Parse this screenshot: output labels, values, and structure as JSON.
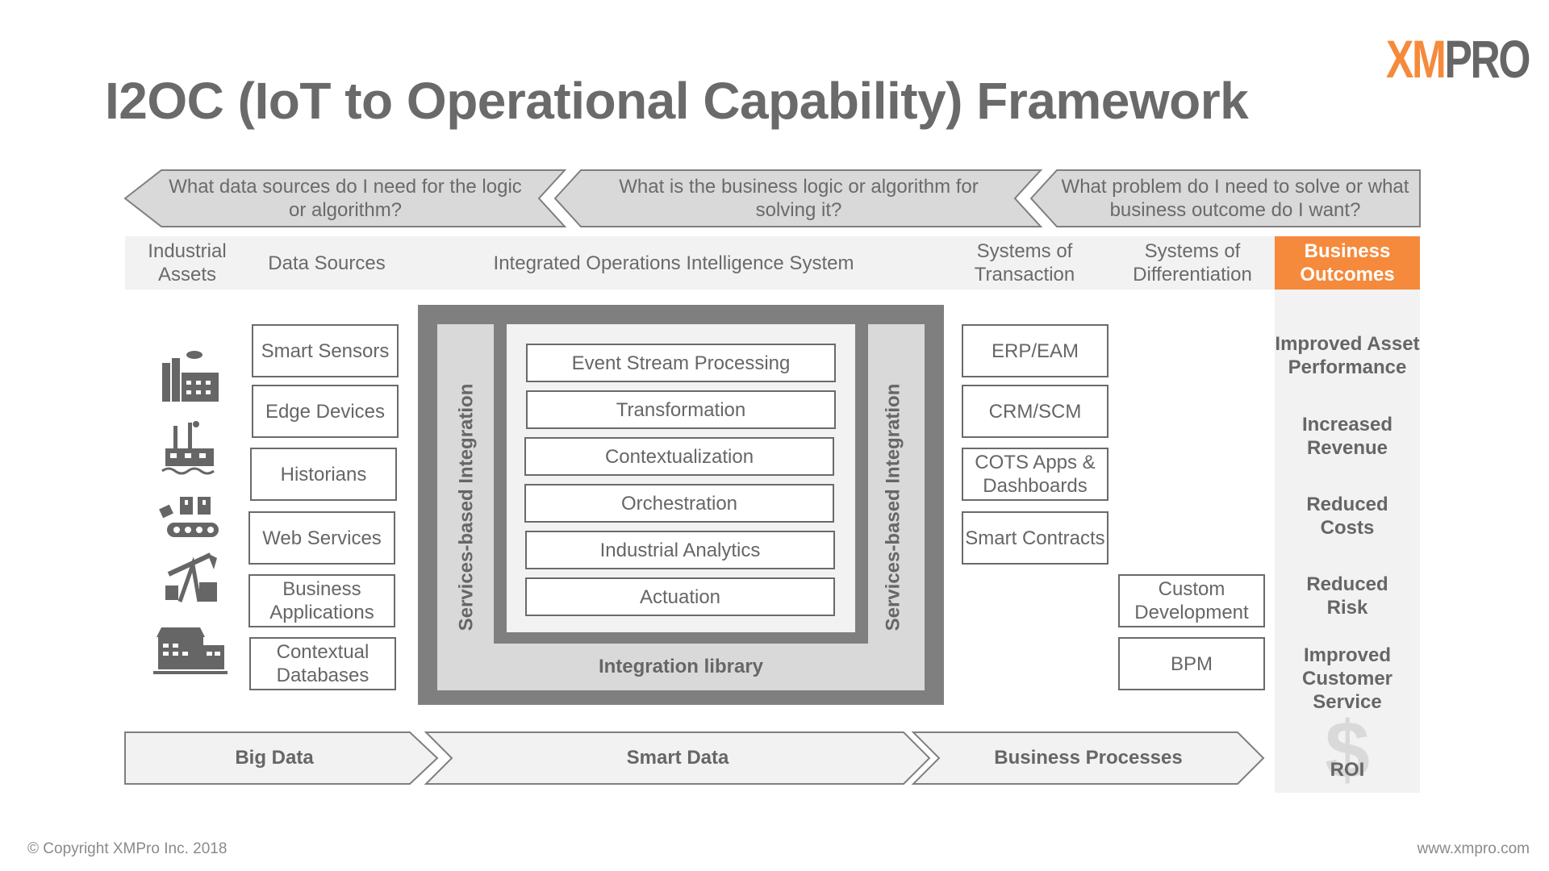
{
  "logo": {
    "part1": "XM",
    "part2": "PRO"
  },
  "title": "I2OC (IoT to Operational Capability) Framework",
  "questions": [
    "What data sources do I need for the logic or algorithm?",
    "What is the business logic or algorithm for solving it?",
    "What problem do I need to solve or what business outcome do I want?"
  ],
  "headers": {
    "industrial_assets": "Industrial Assets",
    "data_sources": "Data Sources",
    "iois": "Integrated Operations Intelligence System",
    "systems_of_transaction": "Systems of Transaction",
    "systems_of_differentiation": "Systems of Differentiation",
    "business_outcomes": "Business Outcomes"
  },
  "industrial_asset_icons": [
    "factory-icon",
    "refinery-icon",
    "conveyor-icon",
    "oil-pump-icon",
    "warehouse-icon"
  ],
  "data_sources": [
    "Smart Sensors",
    "Edge Devices",
    "Historians",
    "Web Services",
    "Business Applications",
    "Contextual Databases"
  ],
  "iois": {
    "side_label": "Services-based Integration",
    "integration_library": "Integration library",
    "capabilities": [
      "Event Stream Processing",
      "Transformation",
      "Contextualization",
      "Orchestration",
      "Industrial Analytics",
      "Actuation"
    ]
  },
  "systems_of_transaction": [
    "ERP/EAM",
    "CRM/SCM",
    "COTS Apps & Dashboards",
    "Smart Contracts"
  ],
  "systems_of_differentiation": [
    "Custom Development",
    "BPM"
  ],
  "business_outcomes": [
    "Improved Asset Performance",
    "Increased Revenue",
    "Reduced Costs",
    "Reduced Risk",
    "Improved Customer Service"
  ],
  "roi": {
    "symbol": "$",
    "label": "ROI"
  },
  "stages": [
    "Big Data",
    "Smart Data",
    "Business Processes"
  ],
  "footer": {
    "copyright": "© Copyright XMPro Inc. 2018",
    "url": "www.xmpro.com"
  },
  "colors": {
    "accent": "#f58a3c",
    "dark_gray": "#7f7f7f",
    "light_gray": "#d9d9d9",
    "panel_gray": "#f2f2f2",
    "text_gray": "#666666"
  }
}
